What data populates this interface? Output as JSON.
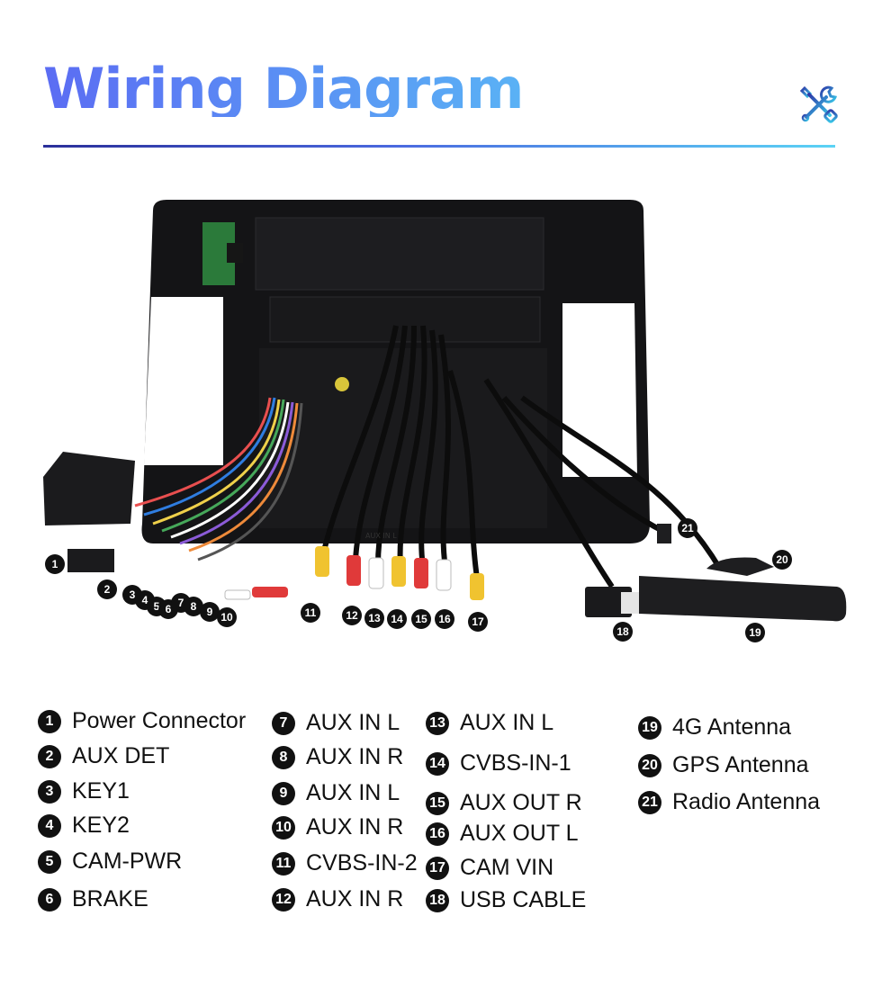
{
  "header": {
    "title": "Wiring Diagram",
    "title_gradient": [
      "#5b6cf3",
      "#5ab2f5"
    ],
    "icon": "tools-icon"
  },
  "photo_labels": {
    "aux_tag": "AUX IN L"
  },
  "callouts": [
    "1",
    "2",
    "3",
    "4",
    "5",
    "6",
    "7",
    "8",
    "9",
    "10",
    "11",
    "12",
    "13",
    "14",
    "15",
    "16",
    "17",
    "18",
    "19",
    "20",
    "21"
  ],
  "legend": [
    {
      "num": "1",
      "label": "Power Connector"
    },
    {
      "num": "2",
      "label": "AUX DET"
    },
    {
      "num": "3",
      "label": "KEY1"
    },
    {
      "num": "4",
      "label": "KEY2"
    },
    {
      "num": "5",
      "label": "CAM-PWR"
    },
    {
      "num": "6",
      "label": "BRAKE"
    },
    {
      "num": "7",
      "label": "AUX IN L"
    },
    {
      "num": "8",
      "label": "AUX IN R"
    },
    {
      "num": "9",
      "label": "AUX IN L"
    },
    {
      "num": "10",
      "label": "AUX IN R"
    },
    {
      "num": "11",
      "label": "CVBS-IN-2"
    },
    {
      "num": "12",
      "label": "AUX IN R"
    },
    {
      "num": "13",
      "label": "AUX IN L"
    },
    {
      "num": "14",
      "label": "CVBS-IN-1"
    },
    {
      "num": "15",
      "label": "AUX OUT R"
    },
    {
      "num": "16",
      "label": "AUX OUT L"
    },
    {
      "num": "17",
      "label": "CAM VIN"
    },
    {
      "num": "18",
      "label": "USB CABLE"
    },
    {
      "num": "19",
      "label": "4G Antenna"
    },
    {
      "num": "20",
      "label": "GPS Antenna"
    },
    {
      "num": "21",
      "label": "Radio Antenna"
    }
  ]
}
